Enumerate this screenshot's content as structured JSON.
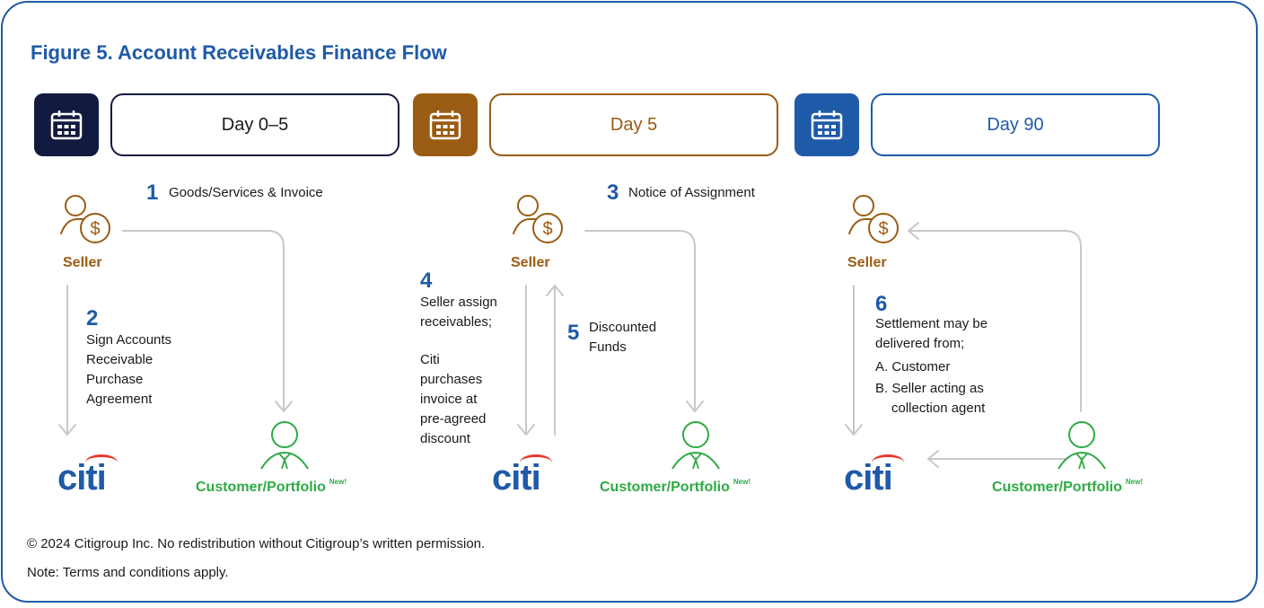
{
  "title": "Figure 5. Account Receivables Finance Flow",
  "stages": [
    {
      "label": "Day 0–5",
      "color": "#131a3f",
      "text_color": "#1a1a1a"
    },
    {
      "label": "Day 5",
      "color": "#9a5c12",
      "text_color": "#9a5c12"
    },
    {
      "label": "Day 90",
      "color": "#1f5aa8",
      "text_color": "#1f5aa8"
    }
  ],
  "nodes": {
    "seller": "Seller",
    "customer": "Customer/Portfolio",
    "customer_badge": "New!",
    "bank": "citi"
  },
  "steps": {
    "s1": {
      "num": "1",
      "text": "Goods/Services & Invoice"
    },
    "s2": {
      "num": "2",
      "lines": [
        "Sign Accounts",
        "Receivable",
        "Purchase",
        "Agreement"
      ]
    },
    "s3": {
      "num": "3",
      "text": "Notice of Assignment"
    },
    "s4": {
      "num": "4",
      "lines_a": [
        "Seller assign",
        "receivables;"
      ],
      "lines_b": [
        "Citi",
        "purchases",
        "invoice at",
        "pre-agreed",
        "discount"
      ]
    },
    "s5": {
      "num": "5",
      "lines": [
        "Discounted",
        "Funds"
      ]
    },
    "s6": {
      "num": "6",
      "lines": [
        "Settlement may be",
        "delivered from;"
      ],
      "opt_a": "A. Customer",
      "opt_b1": "B. Seller acting as",
      "opt_b2": "collection agent"
    }
  },
  "colors": {
    "brand_blue": "#1f5aa8",
    "seller_brown": "#9a5c12",
    "customer_green": "#2eaa45",
    "navy": "#131a3f",
    "citi_red": "#e63a2e",
    "arrow_gray": "#c8c8c8"
  },
  "icons": [
    "calendar-icon",
    "seller-dollar-icon",
    "customer-person-icon",
    "citi-logo"
  ],
  "footer": {
    "line1": "© 2024 Citigroup Inc. No redistribution without Citigroup’s written permission.",
    "line2": "Note: Terms and conditions apply."
  }
}
